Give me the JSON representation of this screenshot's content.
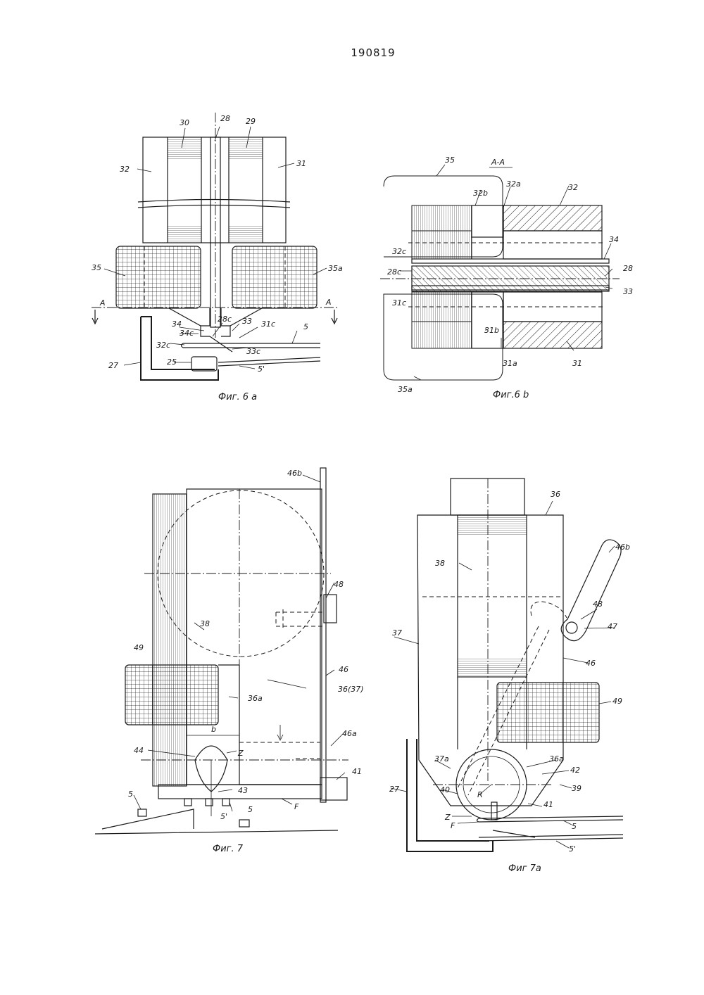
{
  "document": {
    "number": "190819"
  },
  "figures": {
    "fig6a": {
      "caption": "Фиг. 6 а",
      "labels": {
        "l28": "28",
        "l30": "30",
        "l29": "29",
        "l32": "32",
        "l31": "31",
        "l35": "35",
        "l35a": "35a",
        "lA1": "A",
        "lA2": "A",
        "l34": "34",
        "l34c": "34c",
        "l28c": "28c",
        "l33": "33",
        "l31c": "31c",
        "l5": "5",
        "l32c": "32c",
        "l33c": "33c",
        "l27": "27",
        "l25": "25",
        "l5p": "5'"
      }
    },
    "fig6b": {
      "caption": "Фиг.6 b",
      "section": "A-A",
      "labels": {
        "l35": "35",
        "l32b": "32b",
        "l32a": "32a",
        "l32": "32",
        "l34": "34",
        "l32c": "32c",
        "l28c": "28c",
        "l28": "28",
        "l33": "33",
        "l31c": "31c",
        "l31b": "31b",
        "l31a": "31a",
        "l31": "31",
        "l35a": "35a"
      }
    },
    "fig7": {
      "caption": "Фиг. 7",
      "labels": {
        "l46b": "46b",
        "l48": "48",
        "l38": "38",
        "l46": "46",
        "l49": "49",
        "l36_37": "36(37)",
        "l36a": "36a",
        "lb": "b",
        "l46a": "46a",
        "l44": "44",
        "lZ": "Z",
        "l41": "41",
        "l43": "43",
        "l5a": "5",
        "l5b": "5",
        "lF": "F",
        "l5p": "5'"
      }
    },
    "fig7a": {
      "caption": "Фиг 7a",
      "labels": {
        "l36": "36",
        "l46b": "46b",
        "l38": "38",
        "l48": "48",
        "l47": "47",
        "l37": "37",
        "l46": "46",
        "l49": "49",
        "l27": "27",
        "l37a": "37a",
        "l36a": "36a",
        "l42": "42",
        "l40": "40",
        "l39": "39",
        "lR": "R",
        "l41": "41",
        "lZ": "Z",
        "lF": "F",
        "l5": "5",
        "l5p": "5'"
      }
    }
  }
}
